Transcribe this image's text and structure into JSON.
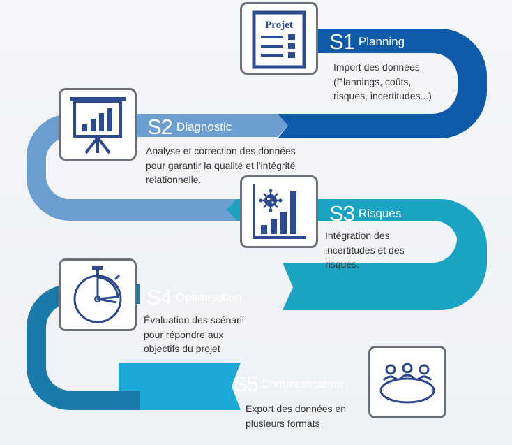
{
  "colors": {
    "s1": "#0f5aa8",
    "s2": "#6c9fcf",
    "s3": "#1aa3c3",
    "s4": "#1a7bab",
    "s5": "#1ca9d8",
    "icon": "#2e4a8e"
  },
  "steps": [
    {
      "num": "S1",
      "title": "Planning",
      "icon": "project-checklist-icon",
      "icon_text": "Projet",
      "lines": [
        "Import des données",
        "(Plannings, coûts,",
        "risques, incertitudes...)"
      ]
    },
    {
      "num": "S2",
      "title": "Diagnostic",
      "icon": "presentation-chart-icon",
      "lines": [
        "Analyse et correction des données",
        "pour garantir la qualité et l'intégrité",
        "relationnelle."
      ]
    },
    {
      "num": "S3",
      "title": "Risques",
      "icon": "virus-bar-chart-icon",
      "lines": [
        "Intégration des",
        "incertitudes et des",
        "risques."
      ]
    },
    {
      "num": "S4",
      "title": "Optimisation",
      "icon": "stopwatch-icon",
      "lines": [
        "Évaluation des scénarii",
        "pour répondre aux",
        "objectifs du projet"
      ]
    },
    {
      "num": "S5",
      "title": "Communication",
      "icon": "meeting-table-icon",
      "lines": [
        "Export des données en",
        "plusieurs formats"
      ]
    }
  ]
}
